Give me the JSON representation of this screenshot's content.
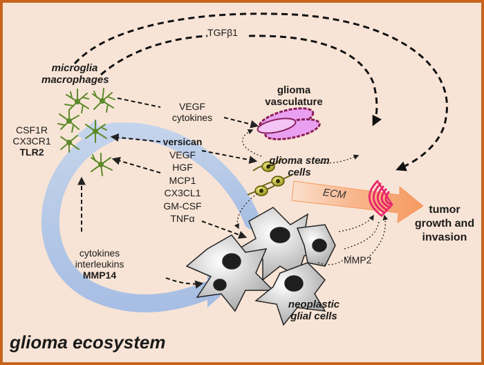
{
  "title": "glioma ecosystem",
  "nodes": {
    "microglia": [
      "microglia",
      "macrophages"
    ],
    "vasculature": [
      "glioma",
      "vasculature"
    ],
    "stem_cells": [
      "glioma stem",
      "cells"
    ],
    "neoplastic": [
      "neoplastic",
      "glial cells"
    ],
    "outcome": [
      "tumor",
      "growth and",
      "invasion"
    ],
    "ecm": "ECM"
  },
  "signals": {
    "tgf": "TGFβ1",
    "vegf_cytokines": [
      "VEGF",
      "cytokines"
    ],
    "receptors": [
      "CSF1R",
      "CX3CR1",
      "TLR2"
    ],
    "factors": [
      "versican",
      "VEGF",
      "HGF",
      "MCP1",
      "CX3CL1",
      "GM-CSF",
      "TNFα"
    ],
    "glial_to_microglia": [
      "cytokines",
      "interleukins",
      "MMP14"
    ],
    "mmp2": "MMP2"
  },
  "colors": {
    "frame_border": "#c8641e",
    "background": "#f8e4d6",
    "microglia": "#5c8a2a",
    "vessel": "#e9a0f0",
    "vessel_outline": "#8a1f5a",
    "stem_cell": "#c8c21e",
    "ecm_arrow": "#f5a070",
    "ecm_fan": "#e8286a",
    "cycle_arrow": "#a9c4ea",
    "glial_cell": "#d8d8d8",
    "nucleus": "#1e1e1e"
  }
}
